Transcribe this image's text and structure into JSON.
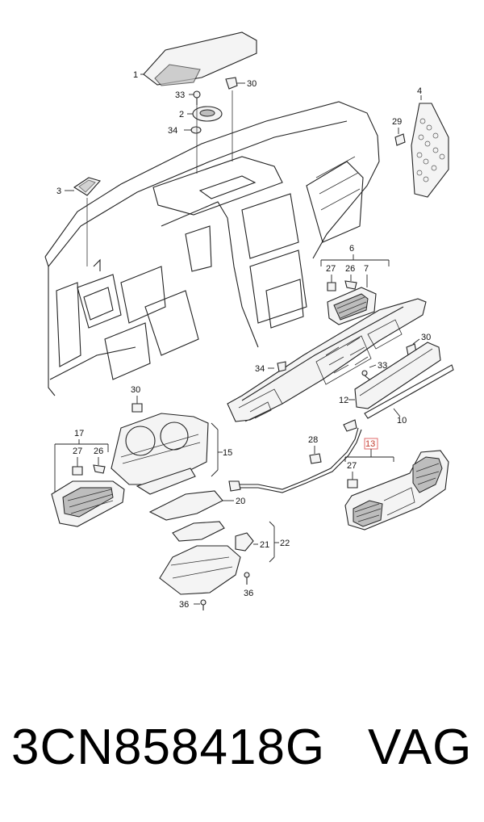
{
  "diagram": {
    "callouts": [
      "1",
      "2",
      "3",
      "4",
      "6",
      "7",
      "10",
      "12",
      "13",
      "15",
      "17",
      "20",
      "21",
      "22",
      "26",
      "27",
      "28",
      "29",
      "30",
      "33",
      "34",
      "36"
    ]
  },
  "caption": {
    "part_number": "3CN858418G",
    "brand": "VAG"
  }
}
